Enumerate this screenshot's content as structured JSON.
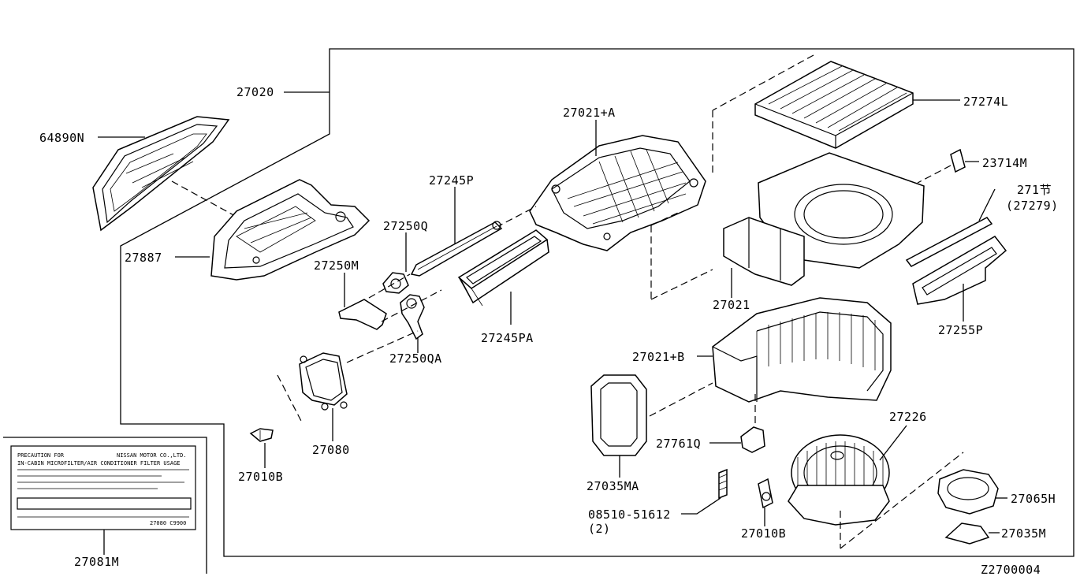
{
  "diagram_code": "Z2700004",
  "callouts": {
    "c27020": "27020",
    "c64890N": "64890N",
    "c27887": "27887",
    "c27021A": "27021+A",
    "c27245P": "27245P",
    "c27250Q": "27250Q",
    "c27250M": "27250M",
    "c27250QA": "27250QA",
    "c27245PA": "27245PA",
    "c27080": "27080",
    "c27010B_left": "27010B",
    "c27274L": "27274L",
    "c23714M": "23714M",
    "c271_sect": "271节",
    "c27279": "(27279)",
    "c27021": "27021",
    "c27255P": "27255P",
    "c27021B": "27021+B",
    "c27226": "27226",
    "c27761Q": "27761Q",
    "c27035MA": "27035MA",
    "c08510": "08510-51612",
    "c08510_qty": "(2)",
    "c27010B_right": "27010B",
    "c27065H": "27065H",
    "c27035M": "27035M",
    "c27081M": "27081M"
  },
  "caution_label": {
    "header_left": "PRECAUTION FOR",
    "header_right": "NISSAN MOTOR CO.,LTD.",
    "line2": "IN-CABIN MICROFILTER/AIR CONDITIONER FILTER USAGE",
    "footer_code": "27080 C9900"
  }
}
